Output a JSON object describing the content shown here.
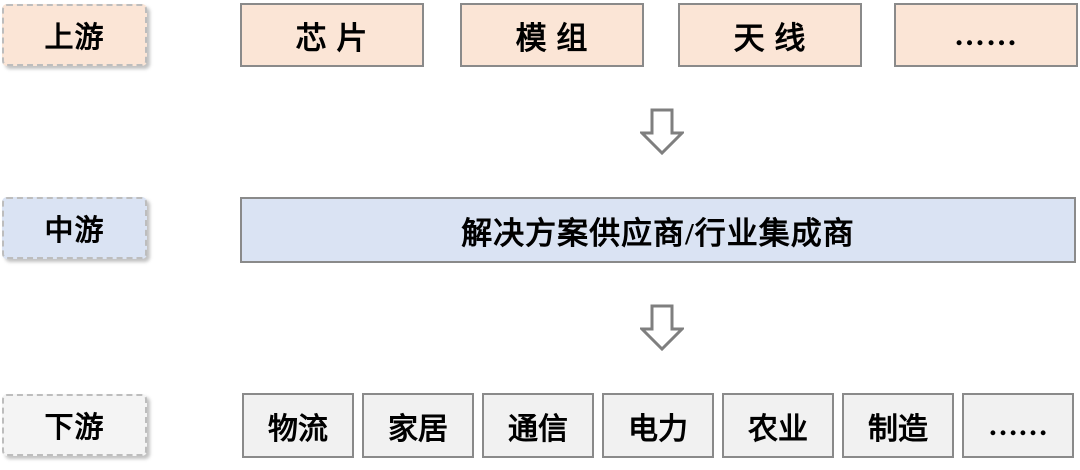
{
  "rows": {
    "upstream": {
      "label": "上游",
      "items": [
        "芯 片",
        "模 组",
        "天 线",
        "……"
      ]
    },
    "midstream": {
      "label": "中游",
      "box_label": "解决方案供应商/行业集成商"
    },
    "downstream": {
      "label": "下游",
      "items": [
        "物流",
        "家居",
        "通信",
        "电力",
        "农业",
        "制造",
        "……"
      ]
    }
  },
  "icons": {
    "arrow_1": "down-arrow-icon",
    "arrow_2": "down-arrow-icon"
  },
  "colors": {
    "background": "#ffffff",
    "upstream_fill": "#fbe5d6",
    "midstream_fill": "#dae3f3",
    "downstream_fill": "#f1f1f1",
    "solid_box_border": "#8a8a8a",
    "label_dash_border": "#bdbdbd",
    "arrow_stroke": "#7f7f7f",
    "text": "#000000"
  }
}
